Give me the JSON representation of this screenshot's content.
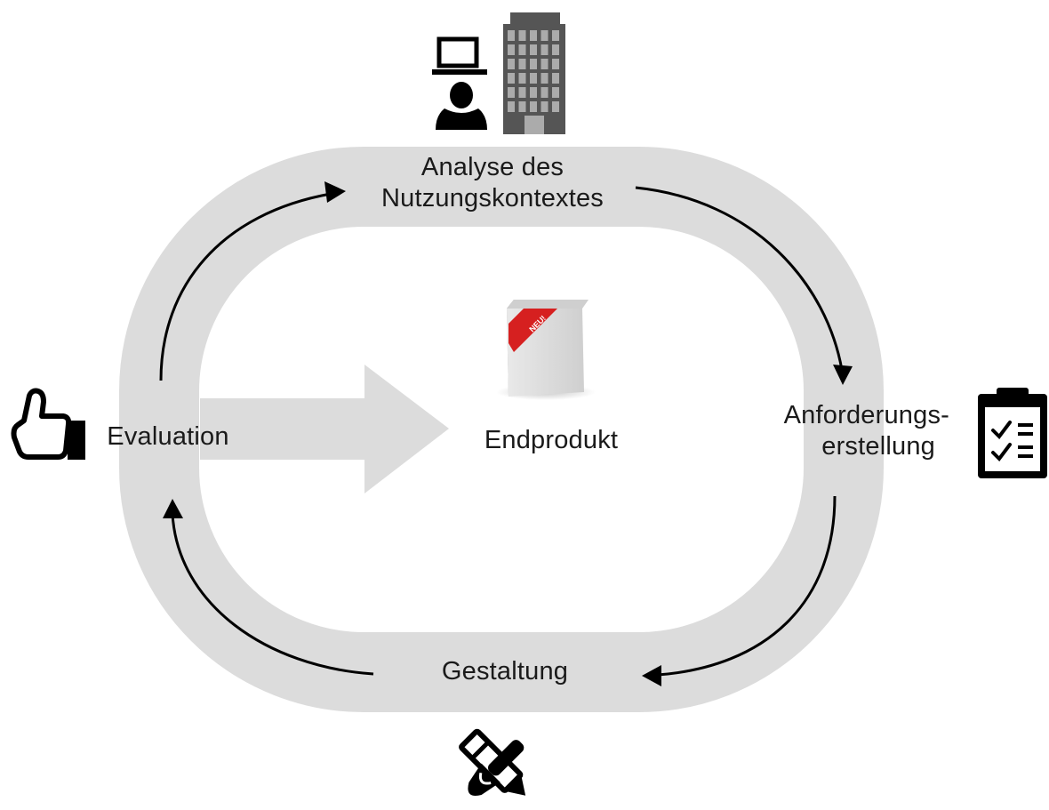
{
  "diagram": {
    "stages": {
      "analysis": {
        "lines": [
          "Analyse des",
          "Nutzungskontextes"
        ],
        "icon": "person-laptop-building-icon"
      },
      "requirements": {
        "lines": [
          "Anforderungs-",
          "erstellung"
        ],
        "icon": "clipboard-checklist-icon"
      },
      "design": {
        "label": "Gestaltung",
        "icon": "brush-pencil-icon"
      },
      "evaluation": {
        "label": "Evaluation",
        "icon": "thumbs-up-icon"
      }
    },
    "center": {
      "label": "Endprodukt",
      "box_badge": "NEU!",
      "icon": "product-box-icon"
    },
    "colors": {
      "loop": "#dcdcdc",
      "arrow": "#000000",
      "badge": "#d62020",
      "building": "#555555"
    }
  }
}
